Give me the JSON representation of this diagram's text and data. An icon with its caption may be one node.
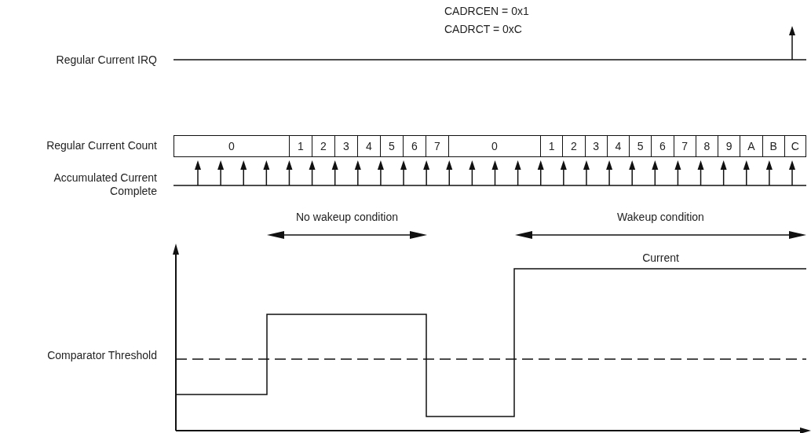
{
  "diagram": {
    "labels": [
      "CADRCEN = 0x1",
      "CADRCT = 0xC",
      "Regular Current IRQ",
      "Regular Current Count",
      "0",
      "1",
      "2",
      "3",
      "4",
      "5",
      "6",
      "7",
      "0",
      "1",
      "2",
      "3",
      "4",
      "5",
      "6",
      "7",
      "8",
      "9",
      "A",
      "B",
      "C",
      "Accumulated Current Complete",
      "No wakeup condition",
      "Wakeup condition",
      "Current",
      "Comparator Threshold"
    ]
  }
}
